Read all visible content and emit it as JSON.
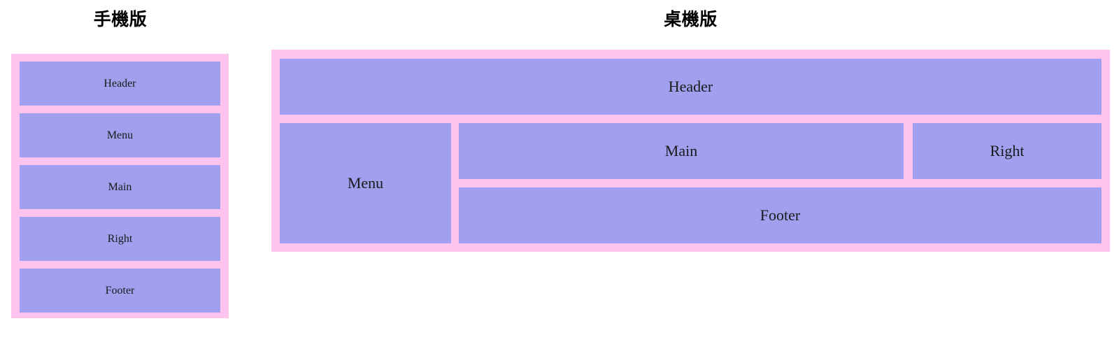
{
  "page": {
    "background_color": "#ffffff",
    "frame_color": "#ffc4ee",
    "cell_color": "#a0a0ee",
    "text_color": "#1a1a1a"
  },
  "mobile": {
    "title": "手機版",
    "cells": [
      {
        "id": "header",
        "label": "Header"
      },
      {
        "id": "menu",
        "label": "Menu"
      },
      {
        "id": "main",
        "label": "Main"
      },
      {
        "id": "right",
        "label": "Right"
      },
      {
        "id": "footer",
        "label": "Footer"
      }
    ]
  },
  "desktop": {
    "title": "桌機版",
    "cells": [
      {
        "id": "header",
        "label": "Header"
      },
      {
        "id": "menu",
        "label": "Menu"
      },
      {
        "id": "main",
        "label": "Main"
      },
      {
        "id": "right",
        "label": "Right"
      },
      {
        "id": "footer",
        "label": "Footer"
      }
    ]
  }
}
